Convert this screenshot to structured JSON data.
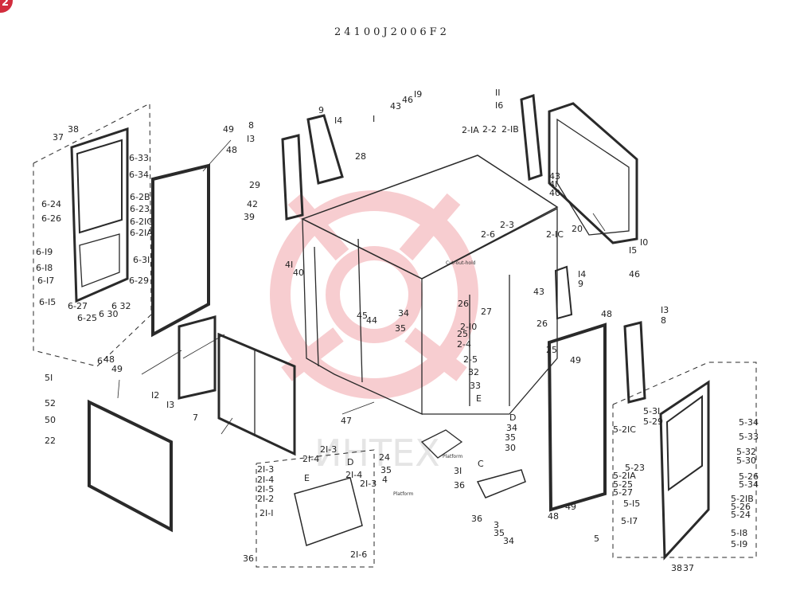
{
  "page_badge": "2",
  "title": "24100J2006F2",
  "watermark": "ИНТЕХ",
  "colors": {
    "line": "#2a2a2a",
    "watermark": "#f2a6aa",
    "badge": "#d22d3d"
  },
  "labels": {
    "l37a": "37",
    "l38a": "38",
    "l6_33": "6-33",
    "l6_34": "6-34",
    "l6_24": "6-24",
    "l6_26": "6-26",
    "l6_28": "6-2B",
    "l6_23": "6-23",
    "l6_21c": "6-2IC",
    "l6_21a": "6-2IA",
    "l6_19": "6-I9",
    "l6_18": "6-I8",
    "l6_17": "6-I7",
    "l6_15": "6-I5",
    "l6_31": "6-3I",
    "l6_29": "6-29",
    "l6_27": "6-27",
    "l6_25": "6-25",
    "l6_30": "6 30",
    "l6_32": "6 32",
    "l6": "6",
    "l48a": "48",
    "l49a": "49",
    "l49b": "49",
    "l48b": "48",
    "l8a": "8",
    "l13a": "I3",
    "l9a": "9",
    "l14a": "I4",
    "l29": "29",
    "l42": "42",
    "l39": "39",
    "l41a": "4I",
    "l40a": "40",
    "l28": "28",
    "l1": "I",
    "l43a": "43",
    "l46a": "46",
    "l19": "I9",
    "l2_1a": "2-IA",
    "l2_2": "2-2",
    "l2_1b": "2-IB",
    "l11": "II",
    "l16": "I6",
    "l43b": "43",
    "l41b": "4I",
    "l40b": "40",
    "l2_3": "2-3",
    "l2_6": "2-6",
    "l2_1c": "2-IC",
    "l20": "20",
    "l15": "I5",
    "l10": "I0",
    "l46b": "46",
    "l14b": "I4",
    "l9b": "9",
    "l43c": "43",
    "l26a": "26",
    "l27": "27",
    "l2_10": "2-I0",
    "l25a": "25",
    "l2_4": "2-4",
    "l2_5": "2-5",
    "l34a": "34",
    "l35a": "35",
    "l45": "45",
    "l44": "44",
    "l32": "32",
    "l33": "33",
    "lE": "E",
    "l26b": "26",
    "l25b": "25",
    "l48c": "48",
    "l49c": "49",
    "l13b": "I3",
    "l8b": "8",
    "l12": "I2",
    "l13c": "I3",
    "l7": "7",
    "l47": "47",
    "lD": "D",
    "l34b": "34",
    "l35b": "35",
    "l30": "30",
    "lC": "C",
    "l51": "5I",
    "l52": "52",
    "l50": "50",
    "l22": "22",
    "l21_3a": "2I-3",
    "l21_4a": "2I-4",
    "l21_5": "2I-5",
    "l21_2": "2I-2",
    "l21_3b": "2I-3",
    "l21_4b": "2I-4",
    "lD2": "D",
    "l21_3c": "2I-3",
    "lE2": "E",
    "l21_1": "2I-I",
    "l36a": "36",
    "l21_6": "2I-6",
    "l24": "24",
    "l35c": "35",
    "l4": "4",
    "l31": "3I",
    "l36b": "36",
    "l36c": "36",
    "l3": "3",
    "l35d": "35",
    "l34c": "34",
    "l48d": "48",
    "l49d": "49",
    "l5_31": "5-3I",
    "l5_29": "5-29",
    "l5_21c": "5-2IC",
    "l5_34": "5-34",
    "l5_33": "5-33",
    "l5_32": "5-32",
    "l5_30": "5-30",
    "l5_23": "5-23",
    "l5_21a": "5-2IA",
    "l5_25": "5-25",
    "l5_27": "5-27",
    "l5_15": "5-I5",
    "l5_17": "5-I7",
    "l5_26a": "5-26",
    "l5_34b": "5-34",
    "l5_21b": "5-2IB",
    "l5_26b": "5-26",
    "l5_24": "5-24",
    "l5_18": "5-I8",
    "l5_19": "5-I9",
    "l5": "5",
    "l38b": "38",
    "l37b": "37",
    "tiny1": "Cut-out-hold",
    "tiny2": "Platform",
    "tiny3": "Platform"
  }
}
